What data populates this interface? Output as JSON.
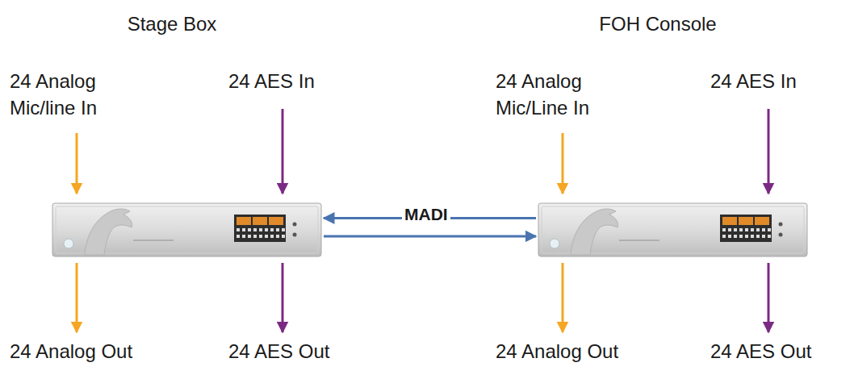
{
  "diagram": {
    "nodes": [
      {
        "text": [
          "Stage Box"
        ]
      },
      {
        "text": [
          "FOH Console"
        ]
      }
    ],
    "edges": [
      {
        "from": 1,
        "to": 0,
        "arrow": "to"
      },
      {
        "from": 0,
        "to": 1,
        "arrow": "to"
      }
    ],
    "labels": [
      "24 Analog Mic/line In",
      "24 AES In",
      "24 Analog Mic/Line In",
      "24 AES In",
      "MADI",
      "24 Analog Out",
      "24 AES Out",
      "24 Analog Out",
      "24 AES Out"
    ]
  }
}
